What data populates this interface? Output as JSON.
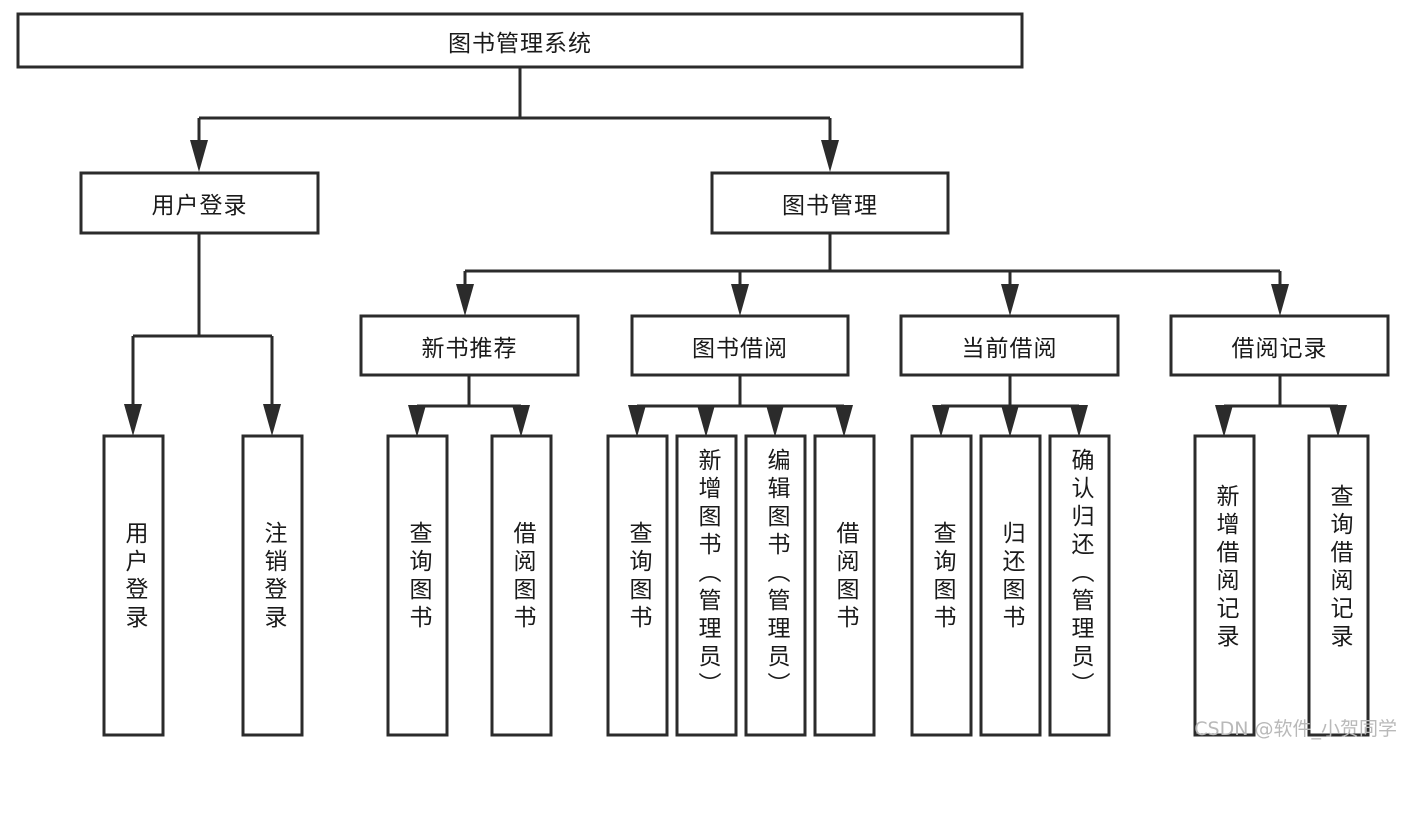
{
  "diagram": {
    "type": "tree-hierarchy",
    "title": "图书管理系统",
    "orientation": "top-down",
    "root": {
      "label": "图书管理系统",
      "text_direction": "horizontal"
    },
    "level2": [
      {
        "label": "用户登录",
        "text_direction": "horizontal"
      },
      {
        "label": "图书管理",
        "text_direction": "horizontal"
      }
    ],
    "level3": [
      {
        "label": "新书推荐",
        "text_direction": "horizontal"
      },
      {
        "label": "图书借阅",
        "text_direction": "horizontal"
      },
      {
        "label": "当前借阅",
        "text_direction": "horizontal"
      },
      {
        "label": "借阅记录",
        "text_direction": "horizontal"
      }
    ],
    "leaves": {
      "user_login": [
        {
          "label": "用户登录",
          "text_direction": "vertical"
        },
        {
          "label": "注销登录",
          "text_direction": "vertical"
        }
      ],
      "new_book_recommend": [
        {
          "label": "查询图书",
          "text_direction": "vertical"
        },
        {
          "label": "借阅图书",
          "text_direction": "vertical"
        }
      ],
      "book_borrow": [
        {
          "label": "查询图书",
          "text_direction": "vertical"
        },
        {
          "label": "新增图书（管理员）",
          "text_direction": "vertical"
        },
        {
          "label": "编辑图书（管理员）",
          "text_direction": "vertical"
        },
        {
          "label": "借阅图书",
          "text_direction": "vertical"
        }
      ],
      "current_borrow": [
        {
          "label": "查询图书",
          "text_direction": "vertical"
        },
        {
          "label": "归还图书",
          "text_direction": "vertical"
        },
        {
          "label": "确认归还（管理员）",
          "text_direction": "vertical"
        }
      ],
      "borrow_record": [
        {
          "label": "新增借阅记录",
          "text_direction": "vertical"
        },
        {
          "label": "查询借阅记录",
          "text_direction": "vertical"
        }
      ]
    },
    "colors": {
      "box_fill": "#ffffff",
      "box_stroke": "#2b2b2b",
      "connector": "#2b2b2b",
      "text": "#1a1a1a",
      "watermark": "#b9b9b9",
      "background": "#ffffff"
    }
  },
  "watermark": {
    "text": "CSDN @软件_小贺同学"
  }
}
